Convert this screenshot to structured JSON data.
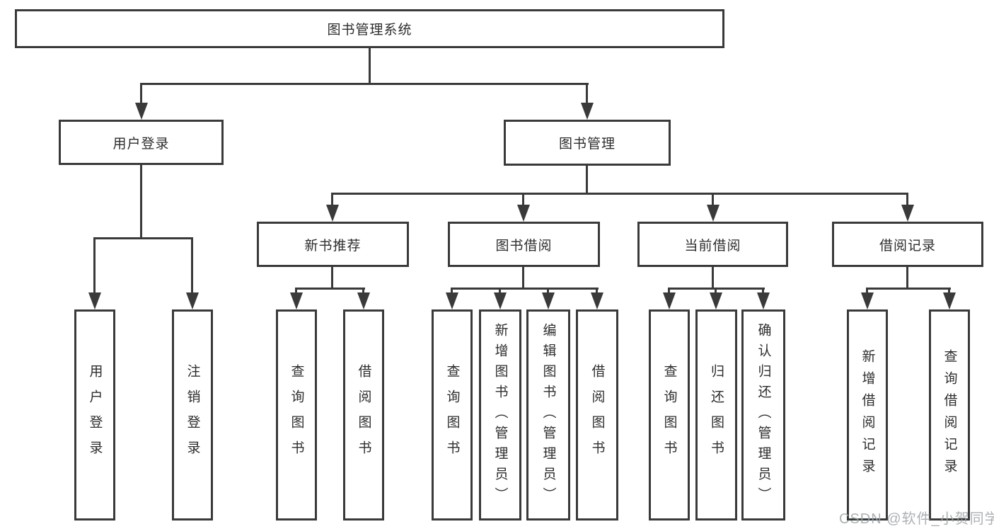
{
  "nodes": {
    "root": "图书管理系统",
    "level2": [
      "用户登录",
      "图书管理"
    ],
    "level3": [
      "新书推荐",
      "图书借阅",
      "当前借阅",
      "借阅记录"
    ],
    "leaves": {
      "user": [
        "用户登录",
        "注销登录"
      ],
      "newbook": [
        "查询图书",
        "借阅图书"
      ],
      "borrow": [
        "查询图书",
        "新增图书（管理员）",
        "编辑图书（管理员）",
        "借阅图书"
      ],
      "current": [
        "查询图书",
        "归还图书",
        "确认归还（管理员）"
      ],
      "records": [
        "新增借阅记录",
        "查询借阅记录"
      ]
    }
  },
  "watermark": {
    "text": "CSDN @软件_小贺同学"
  },
  "colors": {
    "line": "#3a3a3a",
    "text": "#2d2d2d",
    "background": "#ffffff",
    "watermark": "#9ea3a8"
  }
}
